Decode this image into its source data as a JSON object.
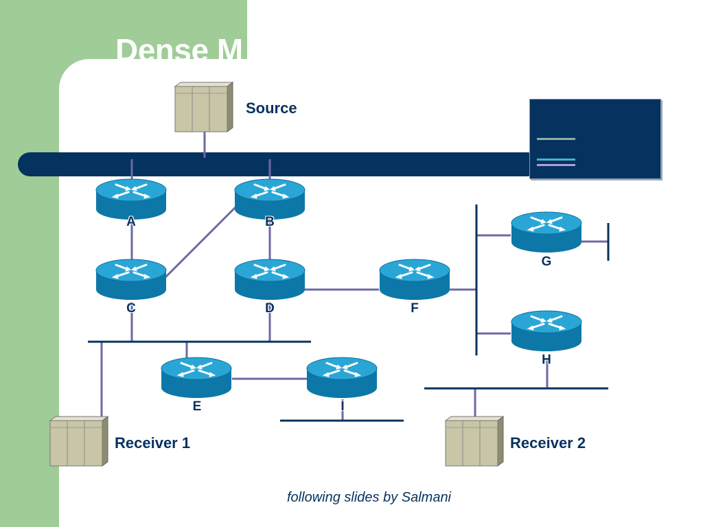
{
  "slide": {
    "title": "Dense M",
    "credit": "following slides by Salmani"
  },
  "hosts": {
    "source": "Source",
    "receiver1": "Receiver 1",
    "receiver2": "Receiver 2"
  },
  "routers": {
    "A": "A",
    "B": "B",
    "C": "C",
    "D": "D",
    "E": "E",
    "F": "F",
    "G": "G",
    "H": "H",
    "I": "I"
  },
  "legend": {
    "swatches": [
      {
        "color": "#8fb0a0"
      },
      {
        "color": "#3fb8c8"
      },
      {
        "color": "#b59ae8"
      }
    ]
  },
  "colors": {
    "backbone": "#06325f",
    "link": "#6b6aa3",
    "router": "#1a95c8",
    "host": "#c8c6a6",
    "sidebar": "#9fcc97"
  }
}
